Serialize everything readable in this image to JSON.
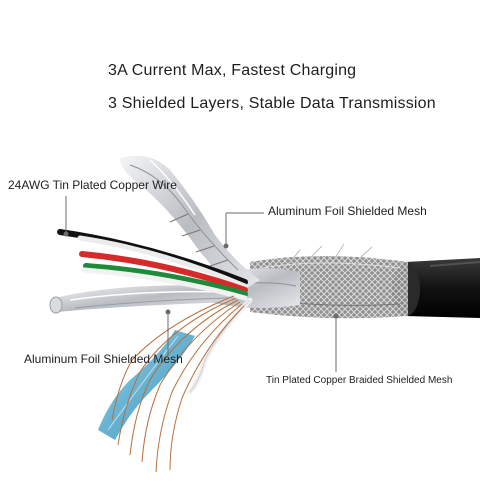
{
  "headlines": {
    "line1": "3A Current Max, Fastest Charging",
    "line2": "3 Shielded Layers, Stable Data Transmission"
  },
  "callouts": {
    "wire": "24AWG Tin Plated Copper Wire",
    "foil_top": "Aluminum Foil Shielded Mesh",
    "foil_left": "Aluminum Foil Shielded Mesh",
    "braid": "Tin Plated Copper Braided Shielded Mesh"
  },
  "colors": {
    "jacket": "#1a1a1a",
    "wire_red": "#d62a2a",
    "wire_green": "#1f8a3a",
    "wire_black": "#111111",
    "wire_white": "#f2f2f2",
    "foil": "#c9ccd0",
    "foil_blue": "#5aaed0",
    "copper": "#b5703f",
    "leader": "#6b6b6b"
  }
}
